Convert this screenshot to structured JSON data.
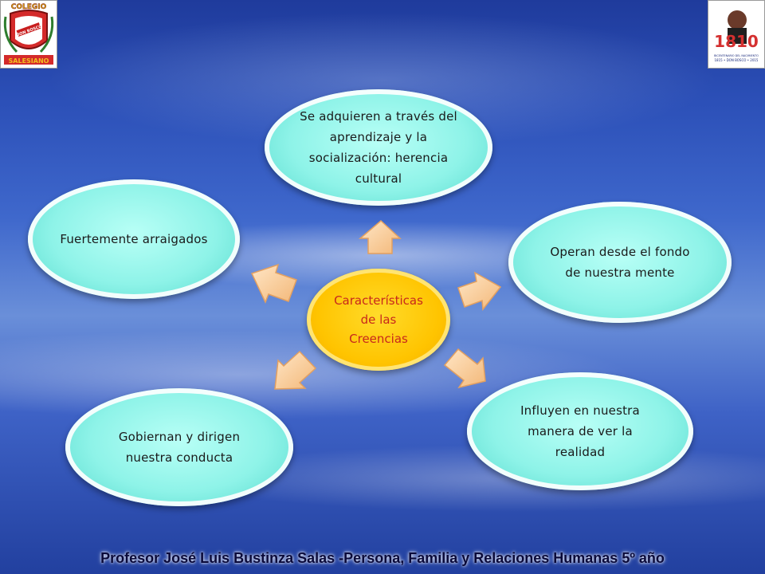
{
  "center": {
    "line1": "Características",
    "line2": "de las",
    "line3": "Creencias"
  },
  "nodes": {
    "top": "Se adquieren a través del aprendizaje y la socialización: herencia cultural",
    "left": "Fuertemente arraigados",
    "right": "Operan desde el fondo de nuestra mente",
    "bottom_left": "Gobiernan y dirigen nuestra conducta",
    "bottom_right": "Influyen en nuestra manera de ver la realidad"
  },
  "footer": "Profesor José Luis Bustinza Salas -Persona, Familia y Relaciones Humanas 5º año",
  "logos": {
    "left_text": [
      "COLEGIO",
      "DON BOSCO",
      "SALESIANO"
    ],
    "right_text": [
      "BICENTENARIO DEL NACIMIENTO",
      "1815 • DON BOSCO • 2015"
    ]
  },
  "colors": {
    "ellipse_fill": "#8ef3e8",
    "center_fill": "#ffc400",
    "center_text": "#c8281c",
    "arrow_fill": "#ffd7a8"
  }
}
